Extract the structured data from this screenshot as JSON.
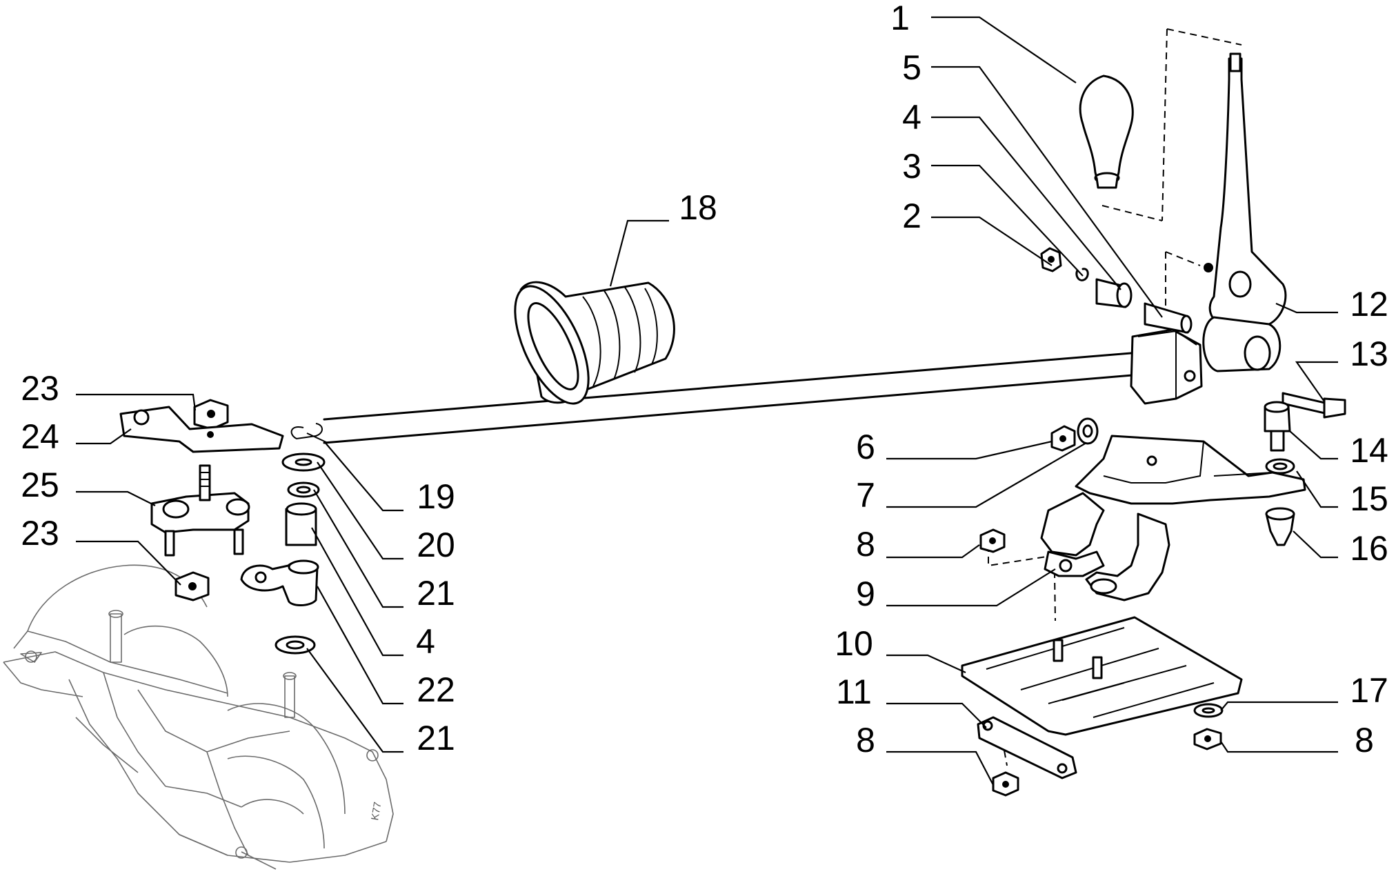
{
  "diagram": {
    "type": "exploded-parts-view",
    "callouts": [
      {
        "id": "c1",
        "label": "1"
      },
      {
        "id": "c5",
        "label": "5"
      },
      {
        "id": "c4a",
        "label": "4"
      },
      {
        "id": "c3",
        "label": "3"
      },
      {
        "id": "c2",
        "label": "2"
      },
      {
        "id": "c18",
        "label": "18"
      },
      {
        "id": "c12",
        "label": "12"
      },
      {
        "id": "c13",
        "label": "13"
      },
      {
        "id": "c14",
        "label": "14"
      },
      {
        "id": "c15",
        "label": "15"
      },
      {
        "id": "c16",
        "label": "16"
      },
      {
        "id": "c17",
        "label": "17"
      },
      {
        "id": "c8r",
        "label": "8"
      },
      {
        "id": "c6",
        "label": "6"
      },
      {
        "id": "c7",
        "label": "7"
      },
      {
        "id": "c8a",
        "label": "8"
      },
      {
        "id": "c9",
        "label": "9"
      },
      {
        "id": "c10",
        "label": "10"
      },
      {
        "id": "c11",
        "label": "11"
      },
      {
        "id": "c8b",
        "label": "8"
      },
      {
        "id": "c23a",
        "label": "23"
      },
      {
        "id": "c24",
        "label": "24"
      },
      {
        "id": "c25",
        "label": "25"
      },
      {
        "id": "c23b",
        "label": "23"
      },
      {
        "id": "c19",
        "label": "19"
      },
      {
        "id": "c20",
        "label": "20"
      },
      {
        "id": "c21a",
        "label": "21"
      },
      {
        "id": "c4b",
        "label": "4"
      },
      {
        "id": "c22",
        "label": "22"
      },
      {
        "id": "c21b",
        "label": "21"
      }
    ],
    "stamp": "K77"
  }
}
